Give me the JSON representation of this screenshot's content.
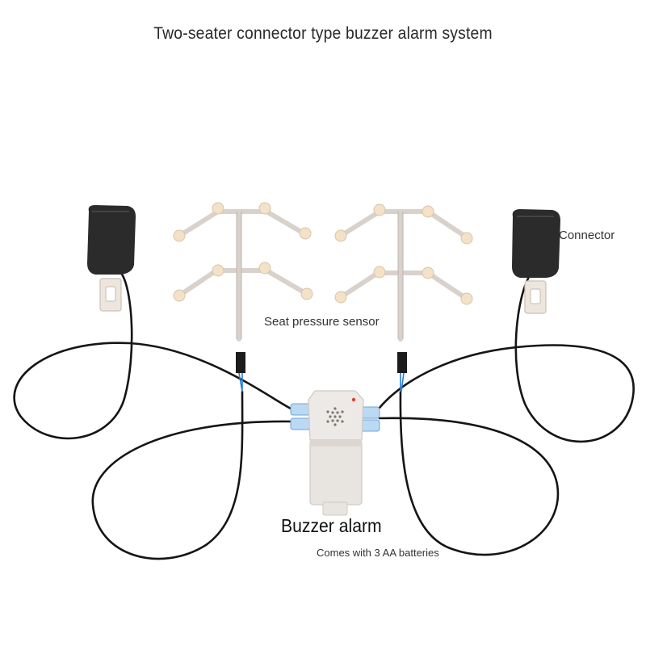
{
  "title": "Two-seater connector type buzzer alarm system",
  "labels": {
    "connector": "Connector",
    "seat_sensor": "Seat pressure sensor",
    "buzzer": "Buzzer alarm",
    "batteries": "Comes with 3 AA batteries"
  },
  "colors": {
    "background": "#ffffff",
    "cable": "#151515",
    "connector_body": "#2b2b2b",
    "sensor_strip": "#d9d2cc",
    "sensor_pad": "#f3e2c8",
    "buzzer_body": "#ece9e6",
    "wire_blue": "#2d7fd0",
    "led_red": "#e33a2a"
  }
}
